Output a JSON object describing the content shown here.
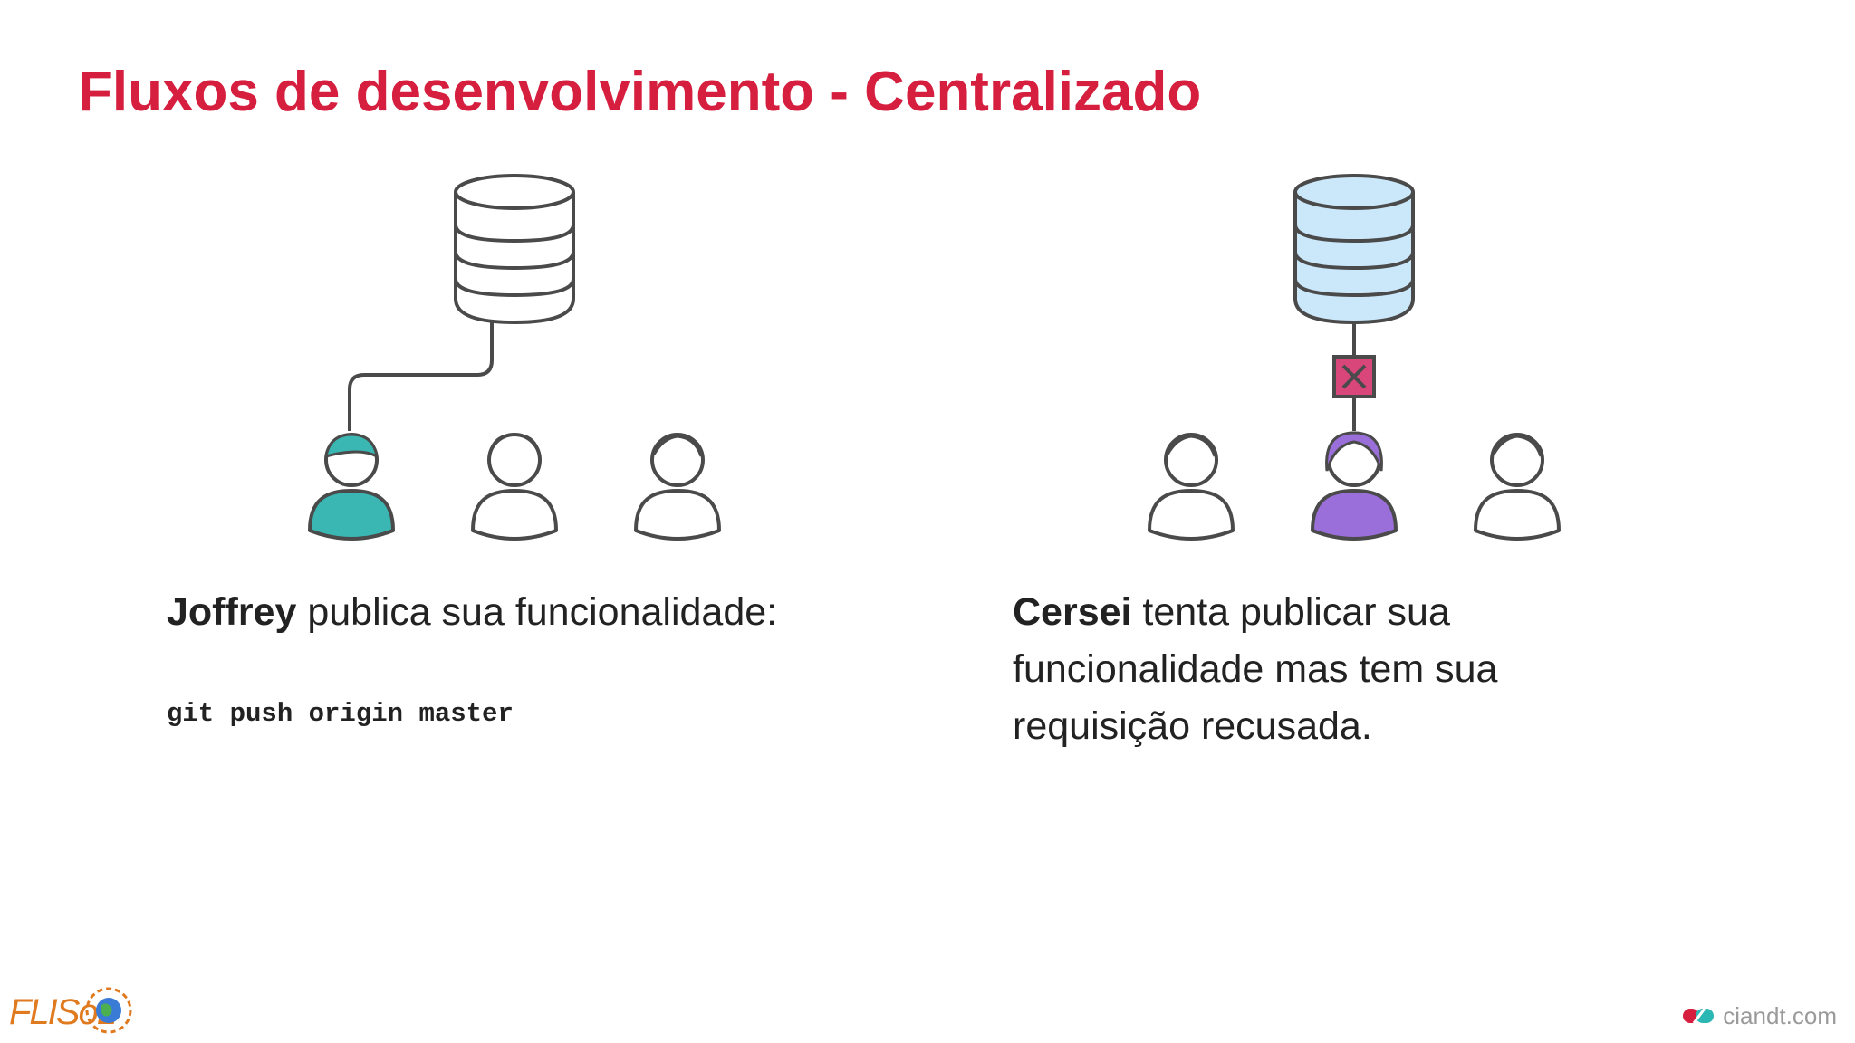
{
  "slide": {
    "title": "Fluxos de desenvolvimento - Centralizado"
  },
  "left_panel": {
    "actor_name": "Joffrey",
    "caption_rest": " publica sua funcionalidade:",
    "command": "git push origin master",
    "highlight_color": "#3ab7b2"
  },
  "right_panel": {
    "actor_name": "Cersei",
    "caption_rest": " tenta publicar sua funcionalidade mas tem sua requisição recusada.",
    "highlight_color": "#9b6fd9",
    "database_color": "#cbe8fa",
    "reject_color": "#d9467a"
  },
  "branding": {
    "left_logo_text": "FLISoL",
    "right_logo_text": "ciandt.com",
    "accent_color": "#d61f3f"
  },
  "icons": [
    "database-icon",
    "user-icon",
    "reject-x-icon",
    "globe-icon"
  ]
}
